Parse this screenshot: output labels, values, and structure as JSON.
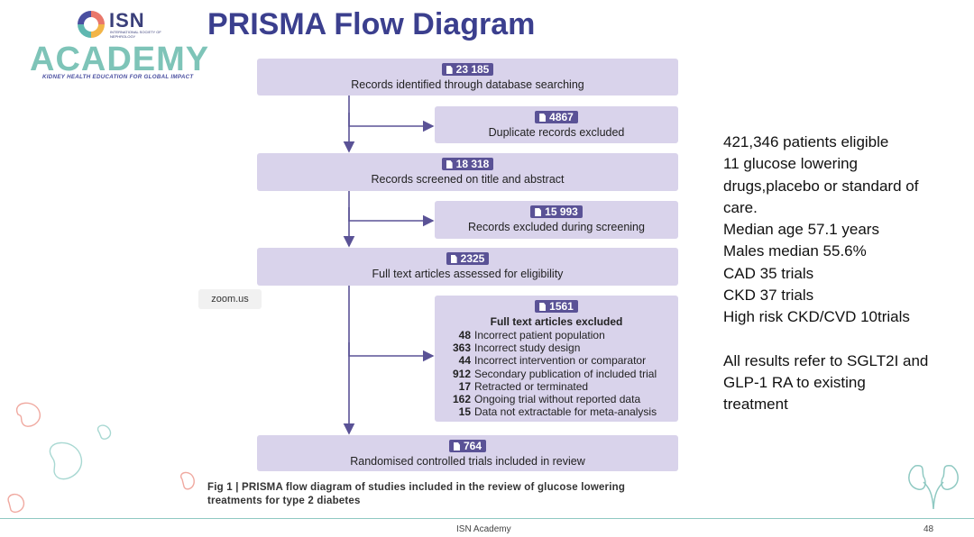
{
  "logo": {
    "isn": "ISN",
    "isn_sub": "INTERNATIONAL SOCIETY OF NEPHROLOGY",
    "academy": "ACADEMY",
    "tagline": "KIDNEY HEALTH EDUCATION FOR GLOBAL IMPACT"
  },
  "title": "PRISMA Flow Diagram",
  "flow": {
    "identified": {
      "count": "23 185",
      "label": "Records identified through database searching"
    },
    "duplicates": {
      "count": "4867",
      "label": "Duplicate records excluded"
    },
    "screened": {
      "count": "18 318",
      "label": "Records screened on title and abstract"
    },
    "excluded_screening": {
      "count": "15 993",
      "label": "Records excluded during screening"
    },
    "fulltext": {
      "count": "2325",
      "label": "Full text articles assessed for eligibility"
    },
    "fulltext_excluded": {
      "count": "1561",
      "title": "Full text articles excluded",
      "reasons": [
        {
          "n": "48",
          "reason": "Incorrect patient population"
        },
        {
          "n": "363",
          "reason": "Incorrect study design"
        },
        {
          "n": "44",
          "reason": "Incorrect intervention or comparator"
        },
        {
          "n": "912",
          "reason": "Secondary publication of included trial"
        },
        {
          "n": "17",
          "reason": "Retracted or terminated"
        },
        {
          "n": "162",
          "reason": "Ongoing trial without reported data"
        },
        {
          "n": "15",
          "reason": "Data not extractable for meta-analysis"
        }
      ]
    },
    "included": {
      "count": "764",
      "label": "Randomised controlled trials included in review"
    }
  },
  "caption_line1": "Fig 1 | PRISMA flow diagram of studies included in the review of glucose lowering",
  "caption_line2": "treatments for type 2 diabetes",
  "zoom_label": "zoom.us",
  "notes": [
    "421,346 patients eligible",
    "11 glucose lowering",
    "drugs,placebo or standard of",
    "care.",
    "Median age 57.1 years",
    "Males median 55.6%",
    "CAD  35 trials",
    "CKD 37 trials",
    "High risk CKD/CVD 10trials"
  ],
  "notes2": [
    "All results refer to SGLT2I and",
    "GLP-1 RA to existing",
    "treatment"
  ],
  "footer": "ISN Academy",
  "page_number": "48",
  "colors": {
    "box": "#d9d3eb",
    "badge": "#5a5296",
    "title": "#3b3f8e",
    "arrow": "#5a5296",
    "teal": "#7ec4b8"
  }
}
